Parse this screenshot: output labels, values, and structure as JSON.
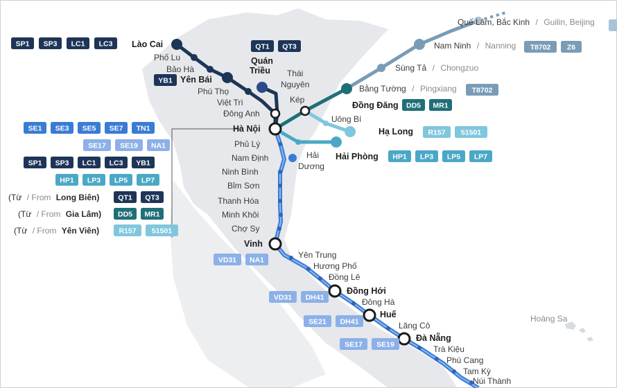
{
  "colors": {
    "navy": "#1d3557",
    "mainline": "#3a7bd5",
    "teal": "#1f6f78",
    "light_blue": "#4aa8c6",
    "pale_blue": "#7fc7dd",
    "grey_blue": "#7a9cb6",
    "land": "#e4e7ea",
    "text": "#333333"
  },
  "lines": {
    "lao_cai_line": [
      "Lào Cai",
      "Phố Lu",
      "Bảo Hà",
      "Yên Bái",
      "Phú Thọ",
      "Việt Trì",
      "Đông Anh"
    ],
    "quan_trieu_line": [
      "Quán Triều",
      "Thái Nguyên",
      "Hà Nội"
    ],
    "dong_dang_line": [
      "Quế Lâm, Bắc Kinh",
      "Nam Ninh",
      "Sùng Tả",
      "Bằng Tường",
      "Đồng Đăng",
      "Kép",
      "Hà Nội"
    ],
    "ha_long_line": [
      "Kép",
      "Uông Bí",
      "Hạ Long"
    ],
    "hai_phong_line": [
      "Hà Nội",
      "Hải Dương",
      "Hải Phòng"
    ],
    "north_south_line": [
      "Hà Nội",
      "Phủ Lý",
      "Nam Định",
      "Ninh Bình",
      "Bỉm Sơn",
      "Thanh Hóa",
      "Minh Khôi",
      "Chợ Sy",
      "Vinh",
      "Yên Trung",
      "Hương Phố",
      "Đồng Lê",
      "Đồng Hới",
      "Đông Hà",
      "Huế",
      "Lăng Cô",
      "Đà Nẵng",
      "Trà Kiệu",
      "Phú Cang",
      "Tam Kỳ",
      "Núi Thành"
    ]
  },
  "places": {
    "lao_cai": "Lào Cai",
    "pho_lu": "Phố Lu",
    "bao_ha": "Bảo Hà",
    "yen_bai": "Yên Bái",
    "phu_tho": "Phú Thọ",
    "viet_tri": "Việt Trì",
    "dong_anh": "Đông Anh",
    "ha_noi": "Hà Nội",
    "quan_trieu_1": "Quán",
    "quan_trieu_2": "Triều",
    "thai_nguyen_1": "Thái",
    "thai_nguyen_2": "Nguyên",
    "kep": "Kép",
    "que_lam": "Quế Lâm, Bắc Kinh",
    "que_lam_en": "Guilin, Beijing",
    "nam_ninh": "Nam Ninh",
    "nam_ninh_en": "Nanning",
    "sung_ta": "Sùng Tả",
    "sung_ta_en": "Chongzuo",
    "bang_tuong": "Bằng Tường",
    "bang_tuong_en": "Pingxiang",
    "dong_dang": "Đồng Đăng",
    "uong_bi": "Uông Bí",
    "ha_long": "Hạ Long",
    "hai_duong_1": "Hải",
    "hai_duong_2": "Dương",
    "hai_phong": "Hải Phòng",
    "phu_ly": "Phủ Lý",
    "nam_dinh": "Nam Định",
    "ninh_binh": "Ninh Bình",
    "bim_son": "Bỉm Sơn",
    "thanh_hoa": "Thanh Hóa",
    "minh_khoi": "Minh Khôi",
    "cho_sy": "Chợ Sy",
    "vinh": "Vinh",
    "yen_trung": "Yên Trung",
    "huong_pho": "Hương Phố",
    "dong_le": "Đồng Lê",
    "dong_hoi": "Đồng Hới",
    "dong_ha": "Đông Hà",
    "hue": "Huế",
    "lang_co": "Lăng Cô",
    "da_nang": "Đà Nẵng",
    "tra_kieu": "Trà Kiệu",
    "phu_cang": "Phú Cang",
    "tam_ky": "Tam Kỳ",
    "nui_thanh": "Núi Thành",
    "hoang_sa": "Hoàng Sa",
    "slash": "/"
  },
  "badges": {
    "lao_cai": [
      "SP1",
      "SP3",
      "LC1",
      "LC3"
    ],
    "yen_bai": [
      "YB1"
    ],
    "quan_trieu": [
      "QT1",
      "QT3"
    ],
    "que_lam": [
      ""
    ],
    "nam_ninh": [
      "T8702",
      "Z6"
    ],
    "bang_tuong": [
      "T8702"
    ],
    "dong_dang": [
      "DD5",
      "MR1"
    ],
    "ha_long": [
      "R157",
      "51501"
    ],
    "hai_phong": [
      "HP1",
      "LP3",
      "LP5",
      "LP7"
    ],
    "vinh": [
      "VD31",
      "NA1"
    ],
    "dong_hoi": [
      "VD31",
      "DH41"
    ],
    "hue": [
      "SE21",
      "DH41"
    ],
    "da_nang": [
      "SE17",
      "SE19"
    ]
  },
  "legend": {
    "row1": [
      "SE1",
      "SE3",
      "SE5",
      "SE7",
      "TN1"
    ],
    "row2": [
      "SE17",
      "SE19",
      "NA1"
    ],
    "row3": [
      "SP1",
      "SP3",
      "LC1",
      "LC3",
      "YB1"
    ],
    "row4": [
      "HP1",
      "LP3",
      "LP5",
      "LP7"
    ],
    "row5": {
      "tu": "(Từ",
      "from": "/ From",
      "place": "Long Biên)",
      "badges": [
        "QT1",
        "QT3"
      ]
    },
    "row6": {
      "tu": "(Từ",
      "from": "/ From",
      "place": "Gia Lâm)",
      "badges": [
        "DD5",
        "MR1"
      ]
    },
    "row7": {
      "tu": "(Từ",
      "from": "/ From",
      "place": "Yên Viên)",
      "badges": [
        "R157",
        "51501"
      ]
    }
  }
}
